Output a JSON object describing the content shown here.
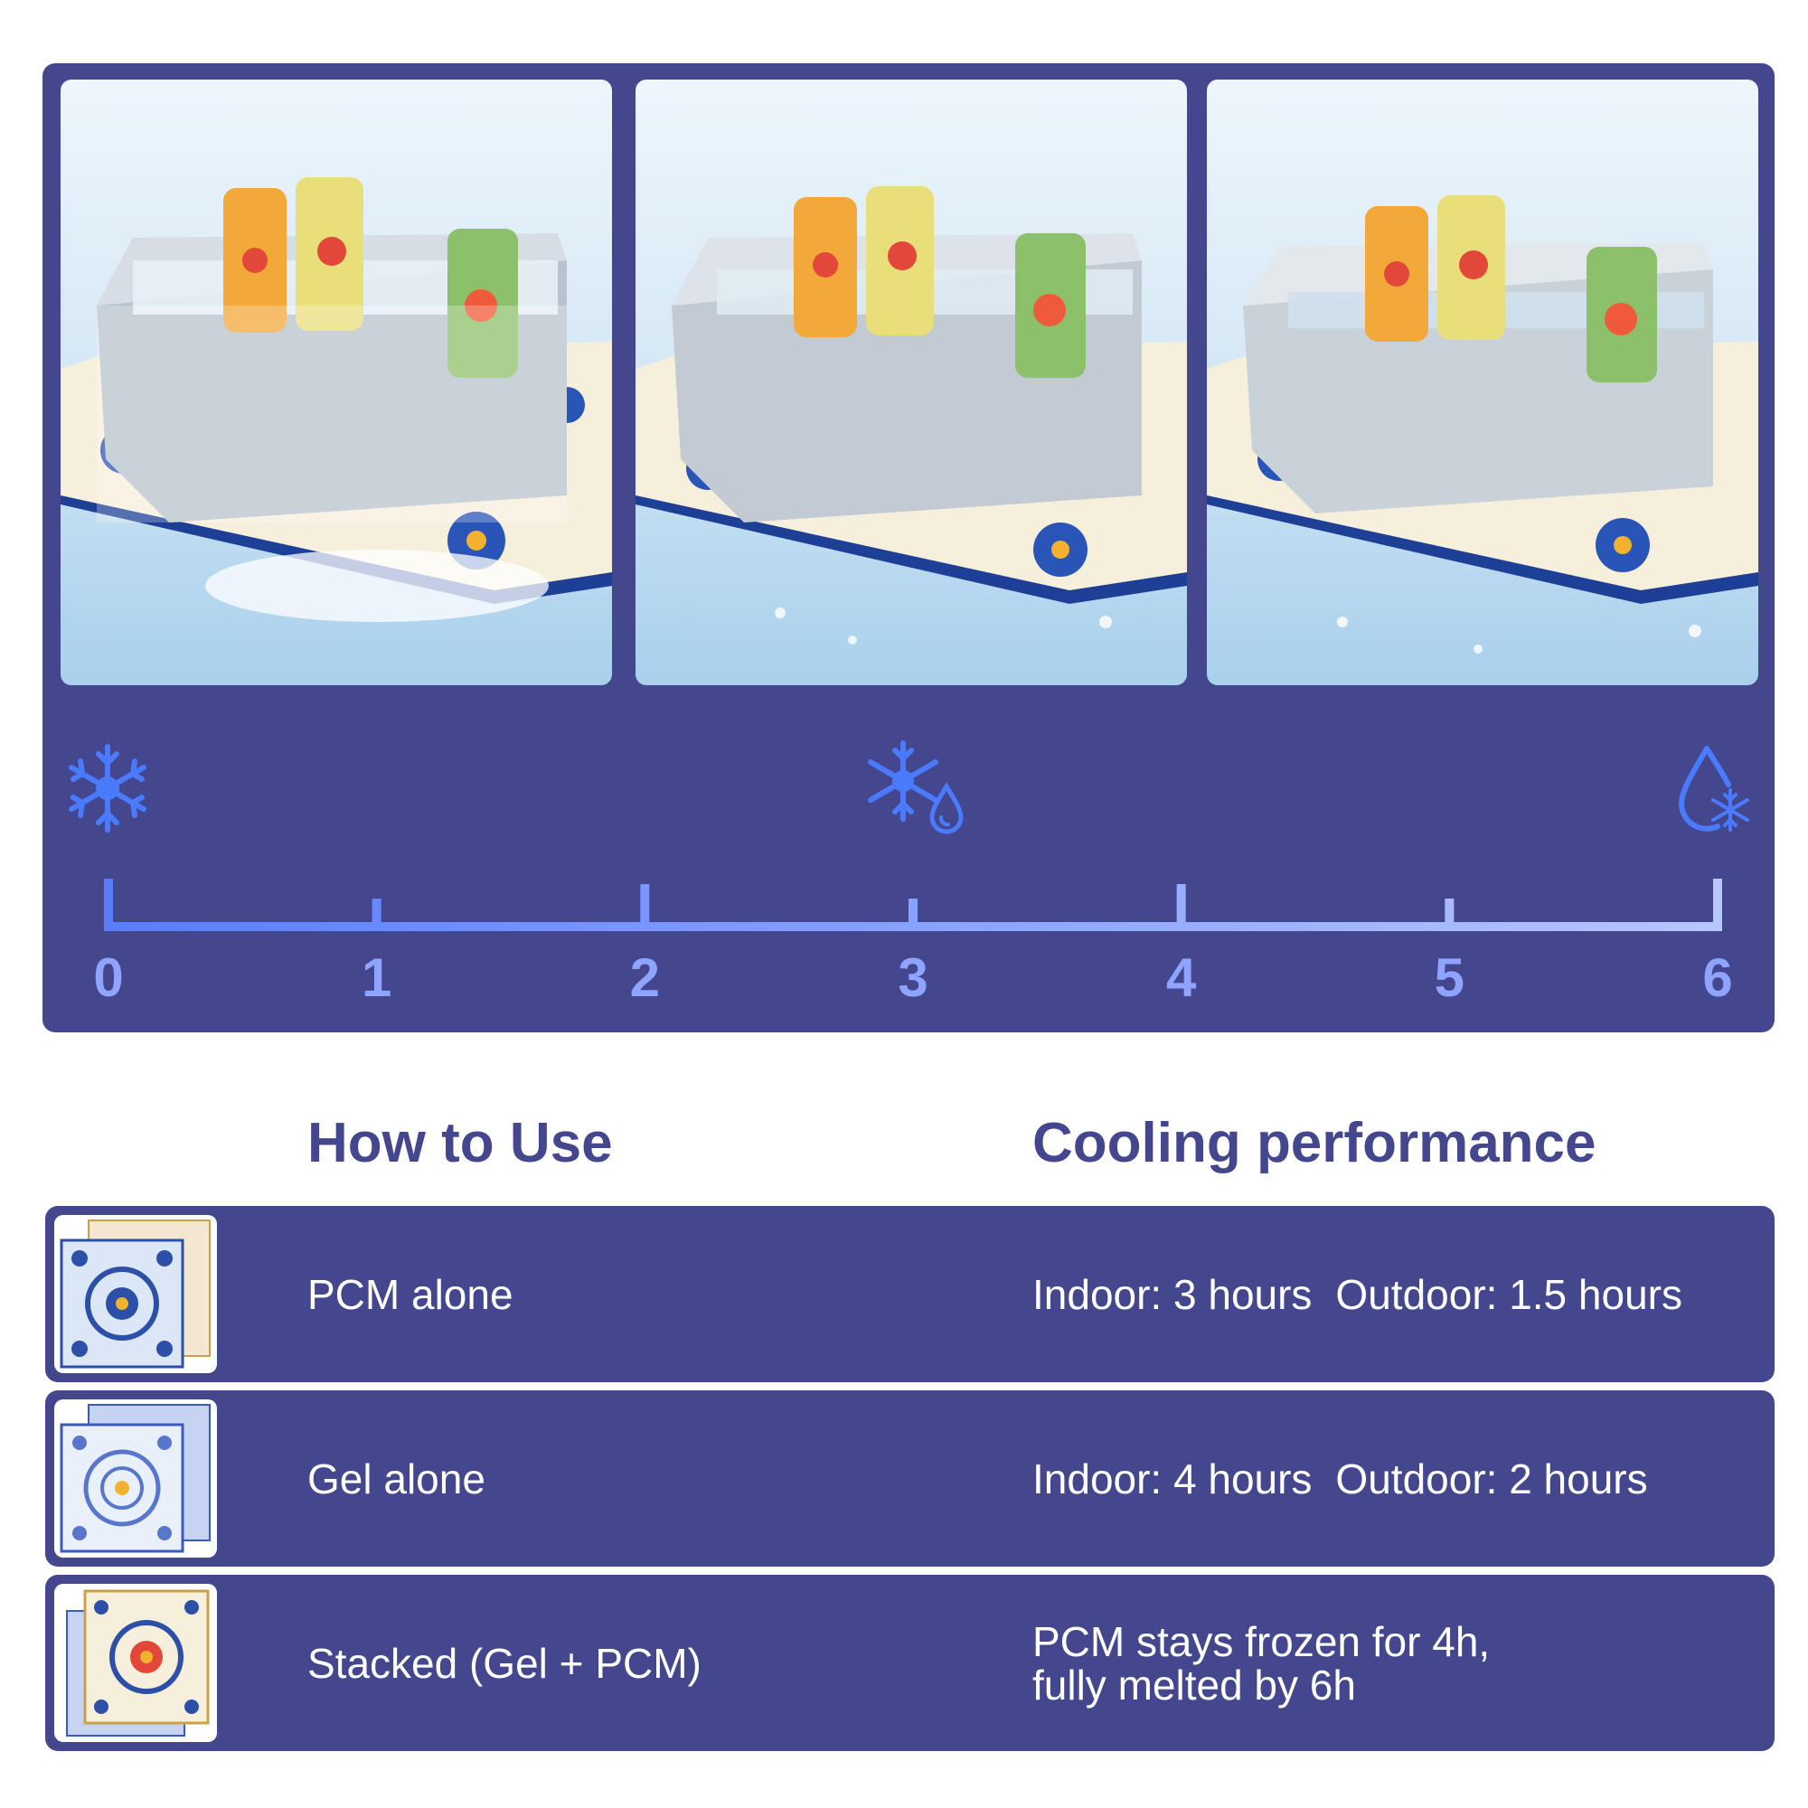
{
  "timeline": {
    "ticks": [
      "0",
      "1",
      "2",
      "3",
      "4",
      "5",
      "6"
    ],
    "icons": [
      {
        "at": "0",
        "icon": "snowflake-icon"
      },
      {
        "at": "3",
        "icon": "snowflake-droplet-icon"
      },
      {
        "at": "6",
        "icon": "droplet-snowflake-icon"
      }
    ],
    "accent_color": "#8ea4ff",
    "panel_color": "#44478d"
  },
  "headings": {
    "how_to_use": "How to Use",
    "cooling_performance": "Cooling performance"
  },
  "rows": [
    {
      "label": "PCM alone",
      "indoor": "Indoor: 3 hours",
      "outdoor": "Outdoor: 1.5 hours"
    },
    {
      "label": "Gel alone",
      "indoor": "Indoor: 4 hours",
      "outdoor": "Outdoor: 2 hours"
    },
    {
      "label": "Stacked (Gel + PCM)",
      "perf_line1": "PCM stays frozen for 4h,",
      "perf_line2": "fully melted by 6h"
    }
  ]
}
